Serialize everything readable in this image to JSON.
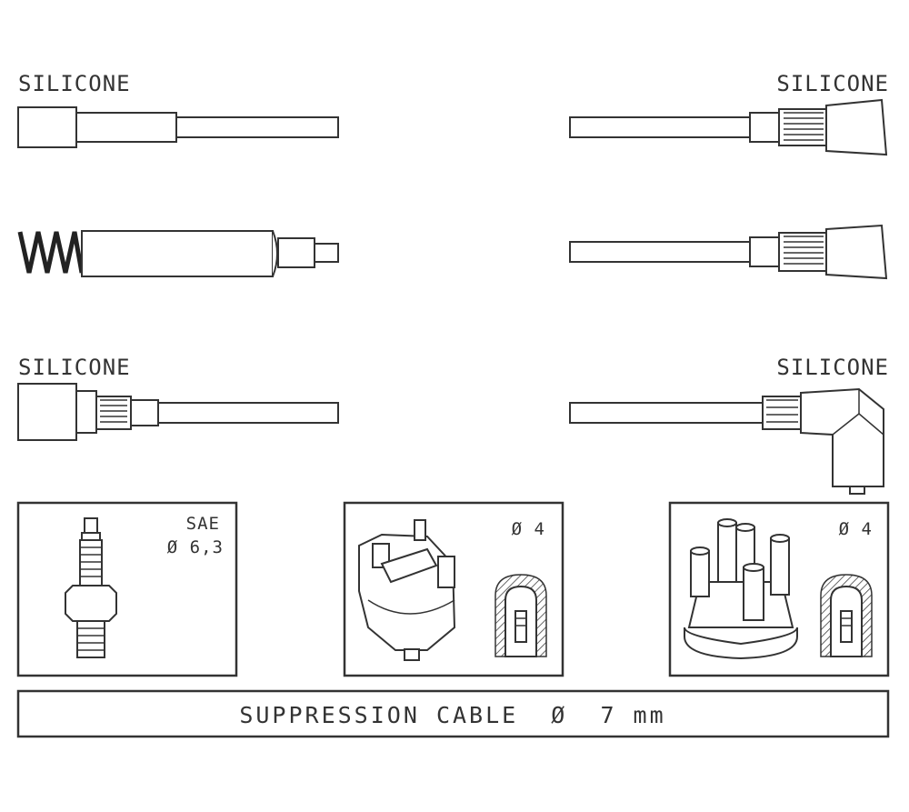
{
  "labels": {
    "top_left": "SILICONE",
    "top_right": "SILICONE",
    "mid_left": "SILICONE",
    "mid_right": "SILICONE"
  },
  "panels": {
    "spark_plug": {
      "line1": "SAE",
      "line2": "Ø 6,3"
    },
    "distributor_1": {
      "label": "Ø 4"
    },
    "distributor_2": {
      "label": "Ø 4"
    }
  },
  "caption": "SUPPRESSION CABLE  Ø  7 mm",
  "colors": {
    "line": "#333333",
    "background": "#ffffff"
  }
}
